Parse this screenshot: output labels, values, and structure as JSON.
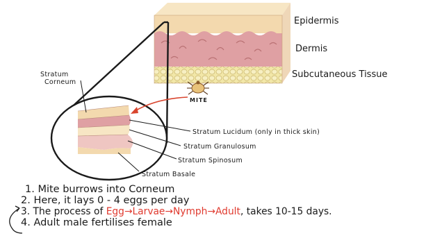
{
  "labels": {
    "epidermis": "Epidermis",
    "dermis": "Dermis",
    "subcutaneous": "Subcutaneous Tissue",
    "stratum_corneum_line1": "Stratum",
    "stratum_corneum_line2": "Corneum",
    "mite": "MITE",
    "stratum_lucidum": "Stratum Lucidum (only in thick skin)",
    "stratum_granulosum": "Stratum Granulosum",
    "stratum_spinosum": "Stratum Spinosum",
    "stratum_basale": "Stratum Basale"
  },
  "notes": {
    "line1": "1. Mite burrows into Corneum",
    "line2": "2. Here, it lays  0 - 4  eggs per day",
    "line3_prefix": "3. The process of",
    "line3_stage1": "Egg",
    "line3_stage2": "Larvae",
    "line3_stage3": "Nymph",
    "line3_stage4": "Adult",
    "line3_arrow": "→",
    "line3_suffix": ", takes 10-15 days.",
    "line4": "4. Adult male fertilises female"
  },
  "colors": {
    "epidermis": "#f3d9ae",
    "dermis": "#dfa0a3",
    "subcutaneous": "#f2e7a8",
    "mite_arrow": "#d9452e",
    "lifecycle_text": "#e03a2f",
    "ink": "#1a1a1a"
  }
}
